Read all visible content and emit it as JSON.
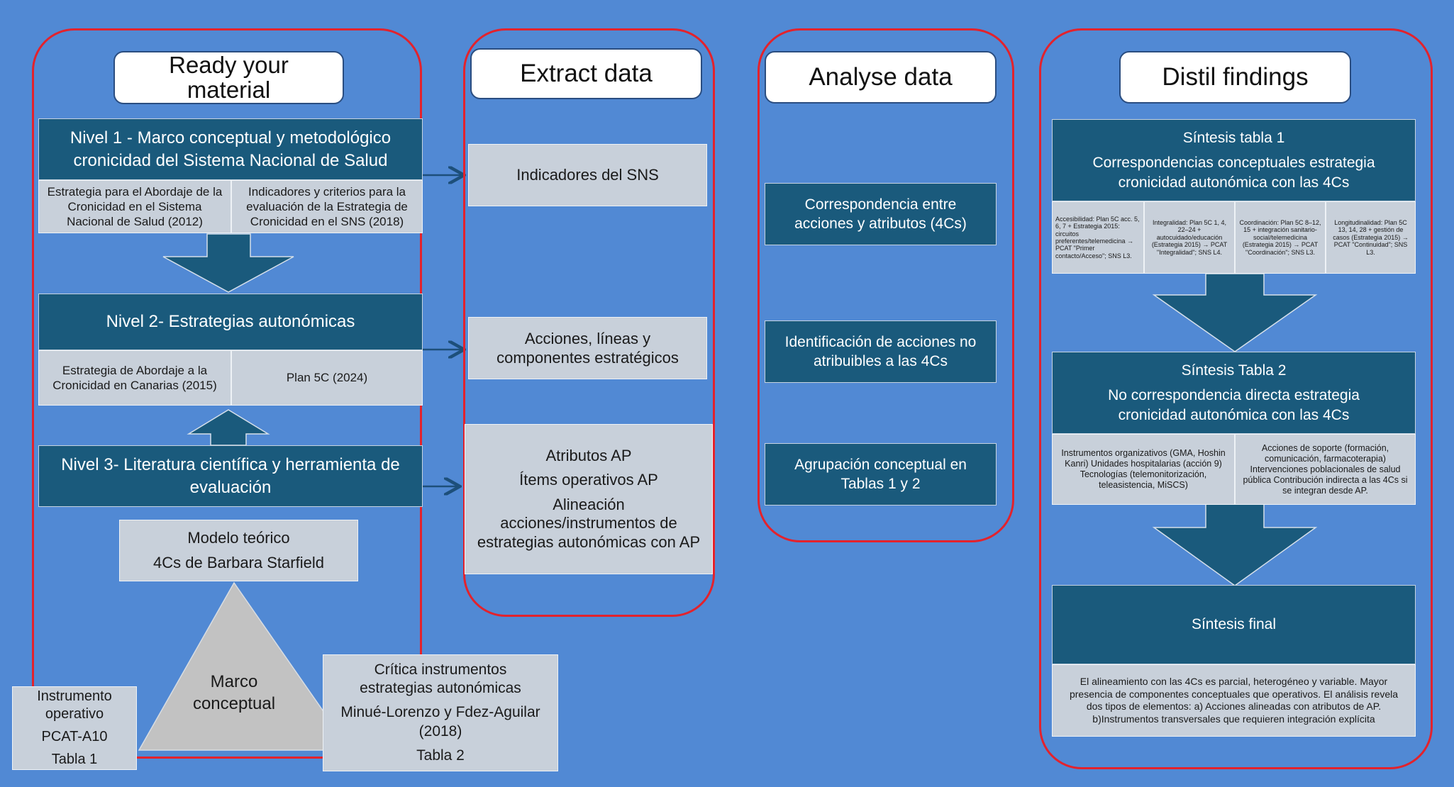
{
  "columns": {
    "ready": {
      "title": "Ready your material"
    },
    "extract": {
      "title": "Extract data"
    },
    "analyse": {
      "title": "Analyse data"
    },
    "distil": {
      "title": "Distil findings"
    }
  },
  "ready": {
    "nivel1": {
      "title": "Nivel 1 - Marco conceptual y metodológico cronicidad del Sistema Nacional de Salud",
      "left": "Estrategia para el Abordaje de la Cronicidad en el Sistema Nacional de Salud (2012)",
      "right": "Indicadores y criterios para la evaluación de la Estrategia de Cronicidad en el SNS (2018)"
    },
    "nivel2": {
      "title": "Nivel 2- Estrategias autonómicas",
      "left": "Estrategia de Abordaje a la Cronicidad en Canarias (2015)",
      "right": "Plan 5C (2024)"
    },
    "nivel3": {
      "title": "Nivel 3- Literatura científica y herramienta de evaluación"
    },
    "modelo": {
      "line1": "Modelo teórico",
      "line2": "4Cs de Barbara Starfield"
    },
    "marco": {
      "line1": "Marco",
      "line2": "conceptual"
    },
    "instrumento": {
      "line1": "Instrumento",
      "line2": "operativo",
      "line3": "PCAT-A10",
      "line4": "Tabla 1"
    },
    "critica": {
      "line1": "Crítica instrumentos",
      "line2": "estrategias autonómicas",
      "line3": "Minué-Lorenzo y Fdez-Aguilar",
      "line4": "(2018)",
      "line5": "Tabla 2"
    }
  },
  "extract": {
    "box1": "Indicadores del SNS",
    "box2": {
      "line1": "Acciones, líneas y",
      "line2": "componentes estratégicos"
    },
    "box3": {
      "line1": "Atributos AP",
      "line2": "Ítems operativos AP",
      "line3": "Alineación",
      "line4": "acciones/instrumentos de",
      "line5": "estrategias autonómicas con AP"
    }
  },
  "analyse": {
    "box1": {
      "line1": "Correspondencia entre",
      "line2": "acciones y atributos (4Cs)"
    },
    "box2": {
      "line1": "Identificación de acciones no",
      "line2": "atribuibles a las 4Cs"
    },
    "box3": {
      "line1": "Agrupación conceptual en",
      "line2": "Tablas 1 y 2"
    }
  },
  "distil": {
    "t1": {
      "title": "Síntesis tabla 1",
      "subtitle": "Correspondencias conceptuales estrategia cronicidad autonómica con las 4Cs",
      "cells": [
        "Accesibilidad: Plan 5C acc. 5, 6, 7 + Estrategia 2015: circuitos preferentes/telemedicina → PCAT \"Primer contacto/Acceso\"; SNS L3.",
        "Integralidad: Plan 5C 1, 4, 22–24 + autocuidado/educación (Estrategia 2015) → PCAT \"Integralidad\"; SNS L4.",
        "Coordinación: Plan 5C 8–12, 15 + integración sanitario-social/telemedicina (Estrategia 2015) → PCAT \"Coordinación\"; SNS L3.",
        "Longitudinalidad: Plan 5C 13, 14, 28 + gestión de casos (Estrategia 2015) → PCAT \"Continuidad\"; SNS L3."
      ]
    },
    "t2": {
      "title": "Síntesis Tabla 2",
      "subtitle": "No correspondencia directa estrategia cronicidad autonómica con las 4Cs",
      "left": "Instrumentos organizativos (GMA, Hoshin Kanri) Unidades hospitalarias (acción 9) Tecnologías (telemonitorización, teleasistencia, MiSCS)",
      "right": "Acciones de soporte (formación, comunicación, farmacoterapia) Intervenciones poblacionales de salud pública Contribución indirecta a las 4Cs si se integran desde AP."
    },
    "final": {
      "title": "Síntesis final",
      "body": "El alineamiento con las 4Cs es parcial, heterogéneo y variable. Mayor presencia de componentes conceptuales que operativos. El análisis revela dos tipos de elementos: a) Acciones alineadas con atributos de AP. b)Instrumentos transversales que requieren integración explícita"
    }
  },
  "colors": {
    "background": "#5189d4",
    "dark_box": "#1a5a7c",
    "light_box": "#c8d0da",
    "border_red": "#e3222c",
    "triangle": "#c2c2c2"
  }
}
